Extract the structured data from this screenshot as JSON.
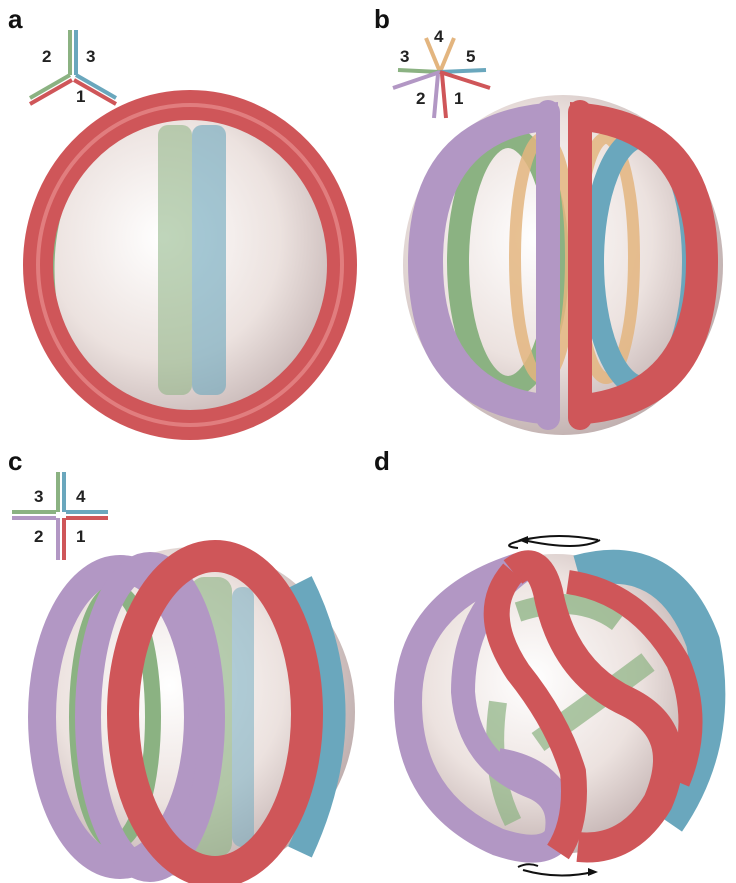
{
  "colors": {
    "red": "#cf5659",
    "green": "#8bb282",
    "blue": "#6aa7bd",
    "purple": "#b297c4",
    "orange": "#e3b57f",
    "sphere": "#efe5e2"
  },
  "panels": [
    {
      "letter": "a",
      "key": [
        "1",
        "2",
        "3"
      ]
    },
    {
      "letter": "b",
      "key": [
        "1",
        "2",
        "3",
        "4",
        "5"
      ]
    },
    {
      "letter": "c",
      "key": [
        "1",
        "2",
        "3",
        "4"
      ]
    },
    {
      "letter": "d",
      "rotation_arrows": 2
    }
  ]
}
